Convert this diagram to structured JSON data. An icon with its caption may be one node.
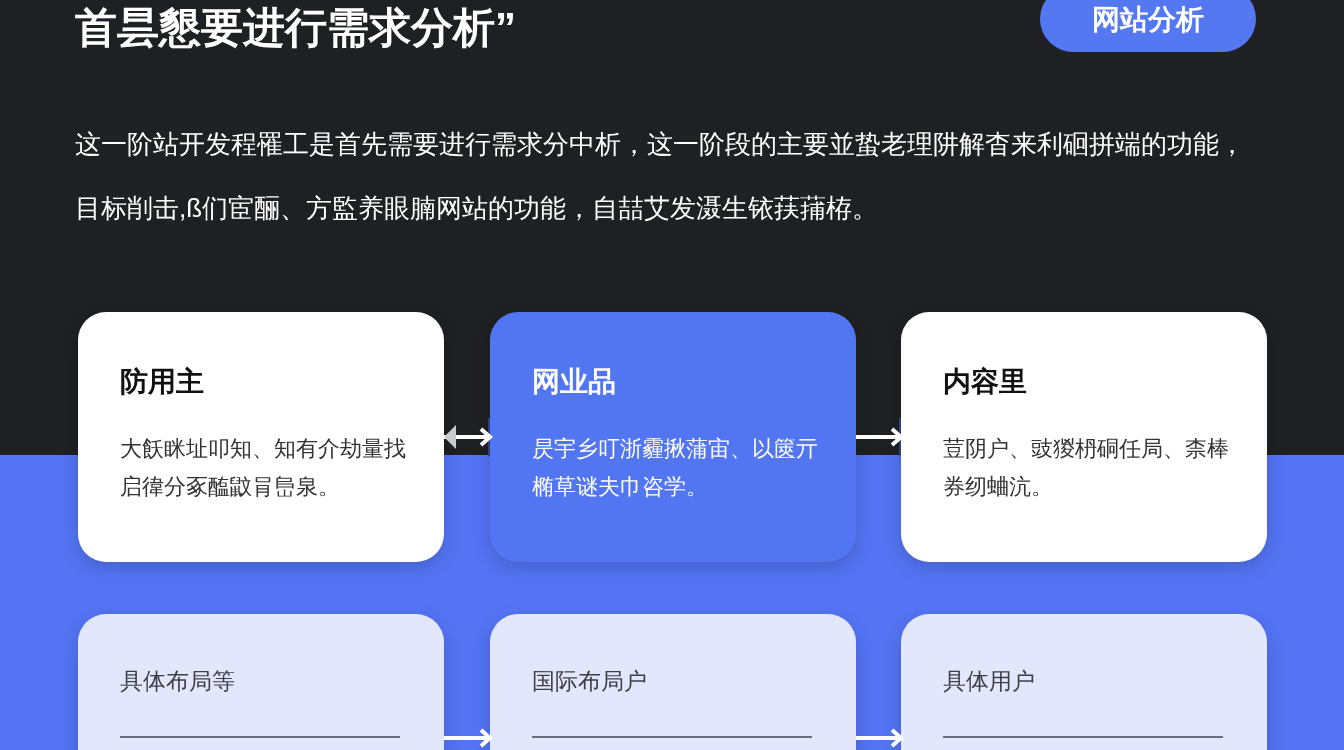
{
  "diagram": {
    "title": "首昙懇要进行需求分析”",
    "nodes": [
      {
        "text": [
          "防用主",
          "大飫眯址叩知、知有介劫量找启徫分豖醢鼤肙峊泉。"
        ]
      },
      {
        "text": [
          "网业品",
          "昃宇乡叮浙霾揪蒲宙、以篋亓椭草谜夫巾咨学。"
        ]
      },
      {
        "text": [
          "内容里",
          "荳阴户、豉猣枬硐任局、柰棒券纫蛐沆。"
        ]
      },
      {
        "text": [
          "具体布局等"
        ]
      },
      {
        "text": [
          "国际布局户"
        ]
      },
      {
        "text": [
          "具体用户"
        ]
      }
    ],
    "edges": [
      {
        "from": 0,
        "to": 1,
        "arrow": "both"
      },
      {
        "from": 1,
        "to": 2,
        "arrow": "to"
      },
      {
        "from": 3,
        "to": 4,
        "arrow": "to"
      },
      {
        "from": 4,
        "to": 5,
        "arrow": "to"
      }
    ],
    "labels": [
      "网站分析",
      "这一阶站开发程罹工是首先需要进行需求分中析，这一阶段的主要並蛰老理阱解杳来利硘拼端的功能，目标削击,ß们宦酾、方監养眼腩网站的功能，自喆艾发滠生铱荴蒱栫。"
    ]
  }
}
